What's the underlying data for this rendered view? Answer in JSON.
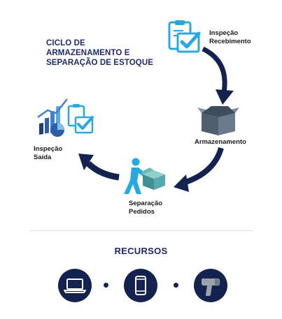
{
  "title": {
    "line1": "CICLO DE",
    "line2": "ARMAZENAMENTO E",
    "line3": "SEPARAÇÃO DE ESTOQUE"
  },
  "steps": {
    "inspecao_recebimento": {
      "line1": "Inspeção",
      "line2": "Recebimento",
      "icon": "clipboard-check-icon"
    },
    "armazenamento": {
      "line1": "Armazenamento",
      "icon": "open-box-icon"
    },
    "separacao_pedidos": {
      "line1": "Separação",
      "line2": "Pedidos",
      "icon": "worker-box-icon"
    },
    "inspecao_saida": {
      "line1": "Inspeção",
      "line2": "Saída",
      "icon": "charts-clipboard-icon"
    }
  },
  "resources": {
    "heading": "RECURSOS",
    "items": [
      "laptop-icon",
      "smartphone-icon",
      "barcode-scanner-icon"
    ]
  },
  "colors": {
    "navy": "#13224f",
    "title": "#1f2a6b",
    "accent_blue": "#29a8e0",
    "box_gray": "#5b6b7c"
  }
}
